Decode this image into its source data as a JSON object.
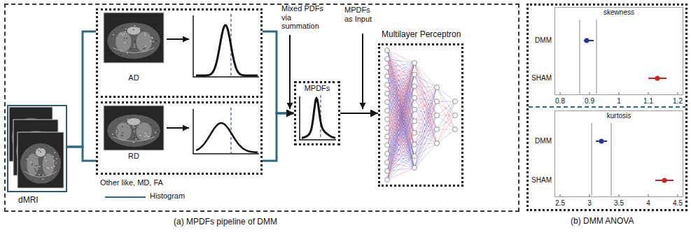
{
  "diagram": {
    "nodes": [
      {
        "text": [
          "(a) MPDFs pipeline of DMM"
        ]
      },
      {
        "text": [
          "dMRI"
        ],
        "in": 0
      },
      {
        "text": [
          "AD"
        ],
        "in": 0
      },
      {
        "text": [
          "RD"
        ],
        "in": 0
      },
      {
        "text": [
          "MPDFs"
        ],
        "in": 0
      },
      {
        "text": [
          "Multilayer Perceptron"
        ],
        "in": 0
      },
      {
        "text": [
          "(b) DMM ANOVA"
        ]
      },
      {
        "text": [
          "skewness"
        ],
        "in": 6
      },
      {
        "text": [
          "kurtosis"
        ],
        "in": 6
      }
    ],
    "edges": [
      {
        "from": 1,
        "to": 2,
        "arrow": "none"
      },
      {
        "from": 1,
        "to": 3,
        "arrow": "none"
      },
      {
        "from": 2,
        "to": 4,
        "arrow": "to"
      },
      {
        "from": 3,
        "to": 4,
        "arrow": "to"
      },
      {
        "from": 4,
        "to": 5,
        "arrow": "to"
      }
    ],
    "labels": [
      "Mixed PDFs via summation",
      "MPDFs as Input",
      "Other like, MD, FA",
      "Histogram",
      "DMM",
      "SHAM",
      "0.8",
      "0.9",
      "1",
      "1.1",
      "1.2",
      "DMM",
      "SHAM",
      "2.5",
      "3",
      "3.5",
      "4",
      "4.5"
    ]
  }
}
